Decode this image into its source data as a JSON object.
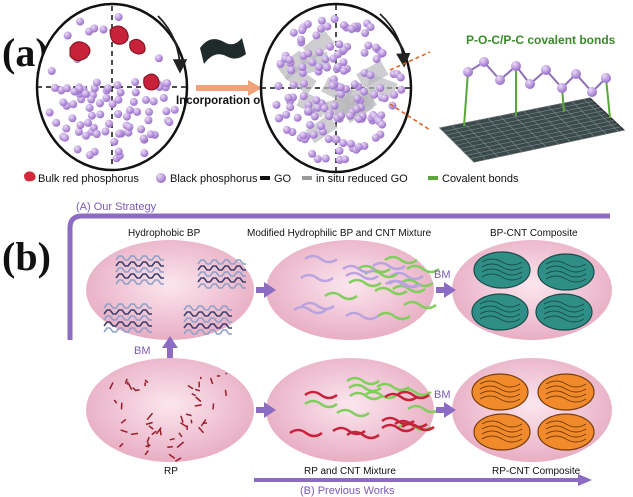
{
  "panel_a": {
    "label": "(a)",
    "arrow_label": "Incorporation of GO",
    "covalent_title": "P-O-C/P-C covalent bonds",
    "legend": [
      {
        "text": "Bulk red phosphorus",
        "color": "#d4283c"
      },
      {
        "text": "Black phosphorus",
        "color": "#b58fd8"
      },
      {
        "text": "GO",
        "color": "#111111"
      },
      {
        "text": "in situ reduced GO",
        "color": "#9a9a9a"
      },
      {
        "text": "Covalent bonds",
        "color": "#5aa83a"
      }
    ]
  },
  "panel_b": {
    "label": "(b)",
    "strategy_a": "(A) Our Strategy",
    "strategy_b": "(B) Previous Works",
    "bm": "BM",
    "top": {
      "hydrophobic_bp": "Hydrophobic BP",
      "mixture": "Modified Hydrophilic BP and CNT Mixture",
      "composite": "BP-CNT Composite"
    },
    "bottom": {
      "rp": "RP",
      "mixture": "RP and CNT Mixture",
      "composite": "RP-CNT Composite"
    }
  },
  "colors": {
    "accent_arrow": "#8c6bc2",
    "ellipse_fill": "#f1c9d8",
    "red_phosphorus": "#d4283c",
    "black_phosphorus": "#b58fd8",
    "cnt_green": "#7fcf5a",
    "composite_teal": "#2f8f86",
    "composite_orange": "#f08a2a"
  }
}
